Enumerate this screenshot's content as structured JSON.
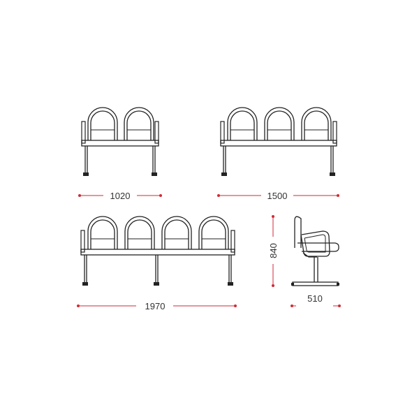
{
  "colors": {
    "line": "#222222",
    "dimension": "#d12a36",
    "text": "#333333"
  },
  "views": [
    {
      "id": "bench-2-seat",
      "seats": 2,
      "dimension": "1020",
      "orientation": "horizontal"
    },
    {
      "id": "bench-3-seat",
      "seats": 3,
      "dimension": "1500",
      "orientation": "horizontal"
    },
    {
      "id": "bench-4-seat",
      "seats": 4,
      "dimension": "1970",
      "orientation": "horizontal"
    },
    {
      "id": "chair-side-view",
      "height": "840",
      "depth": "510"
    }
  ]
}
